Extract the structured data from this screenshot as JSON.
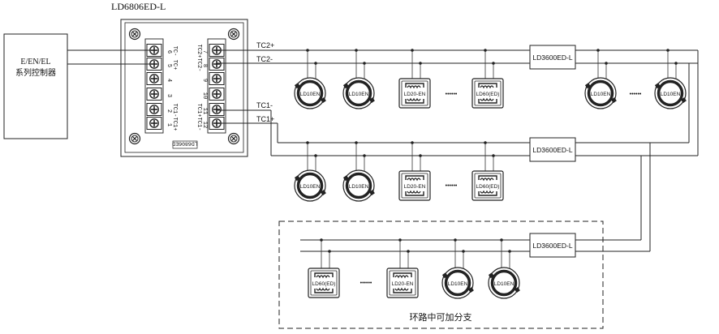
{
  "module": {
    "title": "LD6806ED-L",
    "terminal_numbers_left": [
      "6",
      "5",
      "4",
      "3",
      "2",
      "1"
    ],
    "terminal_labels_left": [
      "TC-",
      "TC+",
      "",
      "",
      "TC1-",
      "TC1+"
    ],
    "terminal_numbers_right": [
      "7",
      "8",
      "9",
      "10",
      "11",
      "12"
    ],
    "terminal_labels_right": [
      "TC2+",
      "TC2-",
      "",
      "",
      "TC1+",
      "TC1-"
    ],
    "model_plate": "LD6806ED"
  },
  "controller": {
    "line1": "E/EN/EL",
    "line2": "系列控制器"
  },
  "wires": {
    "tc2_plus": "TC2+",
    "tc2_minus": "TC2-",
    "tc1_minus": "TC1-",
    "tc1_plus": "TC1+"
  },
  "isolators": {
    "iso1": "LD3600ED-L",
    "iso2": "LD3600ED-L",
    "iso3": "LD3600ED-L"
  },
  "devices": {
    "row1": [
      "LD10EN",
      "LD10EN",
      "LD20-EN",
      "LD60(ED)",
      "LD10EN",
      "LD10EN"
    ],
    "row2": [
      "LD10EN",
      "LD10EN",
      "LD20-EN",
      "LD60(ED)"
    ],
    "row3": [
      "LD60(ED)",
      "LD20-EN",
      "LD10EN",
      "LD10EN"
    ]
  },
  "ellipsis": "••••••",
  "branch_note": "环路中可加分支"
}
